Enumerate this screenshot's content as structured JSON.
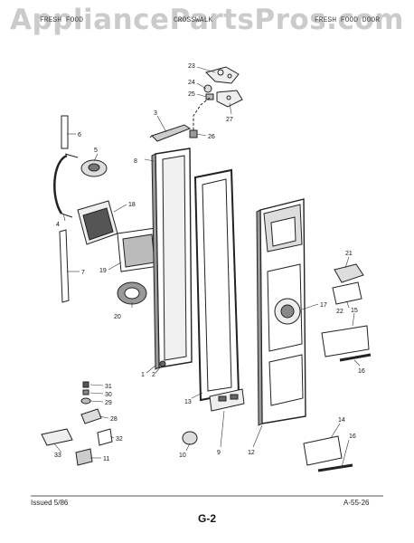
{
  "watermark": "AppliancePartsPros.com",
  "header": {
    "left": "FRESH FOOD",
    "center": "CROSSWALK",
    "right": "FRESH FOOD DOOR"
  },
  "footer": {
    "issued": "Issued 5/86",
    "code": "A-55-26",
    "page": "G-2"
  },
  "callouts": [
    "1",
    "2",
    "3",
    "4",
    "5",
    "6",
    "7",
    "8",
    "9",
    "10",
    "11",
    "12",
    "13",
    "14",
    "15",
    "16",
    "16",
    "17",
    "18",
    "19",
    "20",
    "21",
    "22",
    "23",
    "24",
    "25",
    "26",
    "27",
    "28",
    "29",
    "30",
    "31",
    "32",
    "33"
  ],
  "colors": {
    "line": "#222222",
    "shade": "#9a9a9a",
    "watermark": "#a0a0a0"
  }
}
